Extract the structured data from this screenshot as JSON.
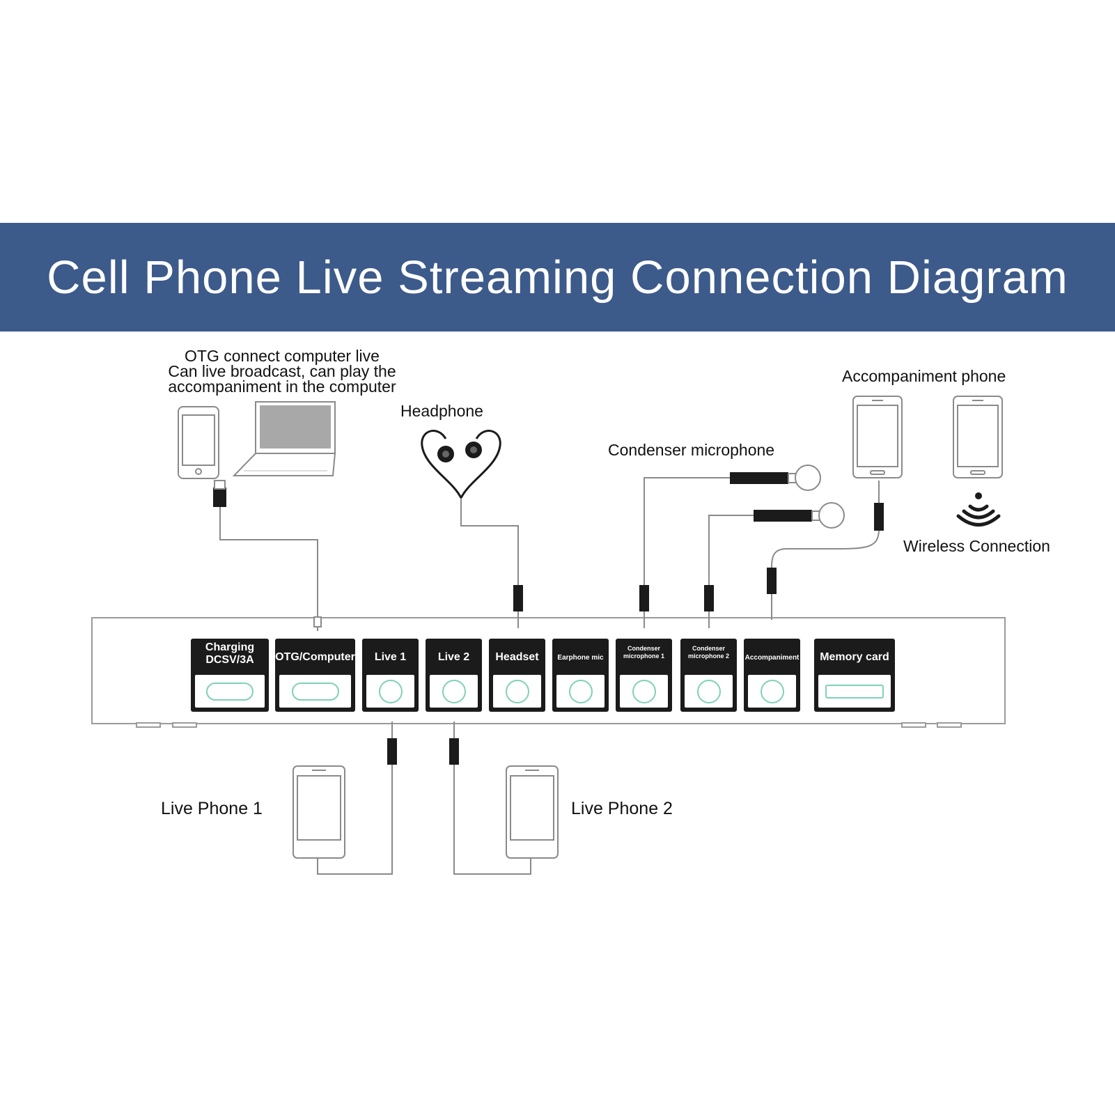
{
  "title": "Cell Phone Live Streaming Connection Diagram",
  "labels": {
    "otg_line1": "OTG connect computer live",
    "otg_line2": "Can live broadcast, can play the",
    "otg_line3": "accompaniment in the computer",
    "headphone": "Headphone",
    "condenser_microphone": "Condenser microphone",
    "accompaniment_phone": "Accompaniment phone",
    "wireless_connection": "Wireless Connection",
    "live_phone_1": "Live Phone 1",
    "live_phone_2": "Live Phone 2"
  },
  "ports": [
    {
      "line1": "Charging",
      "line2": "DCSV/3A"
    },
    {
      "line1": "OTG/Computer",
      "line2": ""
    },
    {
      "line1": "Live 1",
      "line2": ""
    },
    {
      "line1": "Live 2",
      "line2": ""
    },
    {
      "line1": "Headset",
      "line2": ""
    },
    {
      "line1": "Earphone mic",
      "line2": ""
    },
    {
      "line1": "Condenser",
      "line2": "microphone 1"
    },
    {
      "line1": "Condenser",
      "line2": "microphone 2"
    },
    {
      "line1": "Accompaniment",
      "line2": ""
    },
    {
      "line1": "Memory card",
      "line2": ""
    }
  ],
  "colors": {
    "banner": "#3c5a8a",
    "socket_outline": "#7fd1b9"
  }
}
